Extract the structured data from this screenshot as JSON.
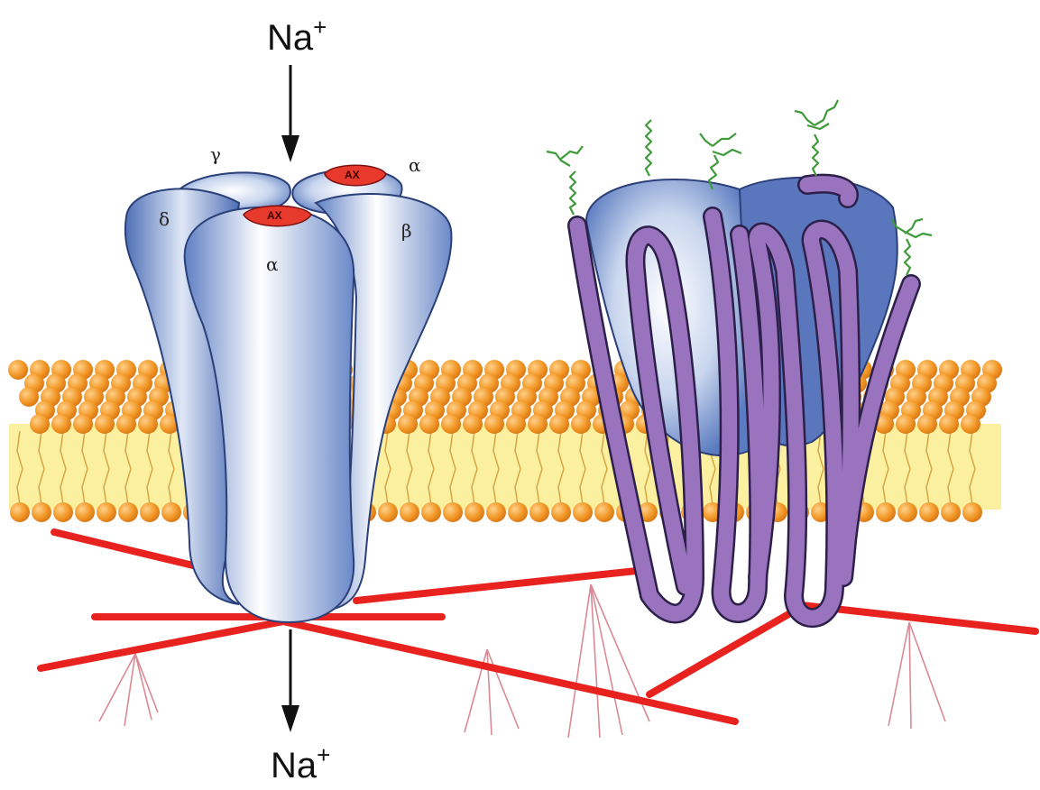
{
  "labels": {
    "na_top": "Na",
    "na_top_sup": "+",
    "na_bottom": "Na",
    "na_bottom_sup": "+",
    "subunit_gamma": "γ",
    "subunit_delta": "δ",
    "subunit_alpha_front": "α",
    "subunit_alpha_back": "α",
    "subunit_beta": "β",
    "ax_site_1": "AX",
    "ax_site_2": "AX"
  },
  "colors": {
    "lipid_head": "#f39a2a",
    "lipid_tail": "#fbf0a0",
    "channel": "#6f8fc6",
    "channel_light": "#ffffff",
    "binding_site": "#e83a2c",
    "loop_protein": "#9a73bf",
    "cytoskeleton": "#e8231f",
    "glycan": "#3f9a3a"
  },
  "icons": [
    "arrow-down-icon",
    "arrow-down-icon"
  ]
}
